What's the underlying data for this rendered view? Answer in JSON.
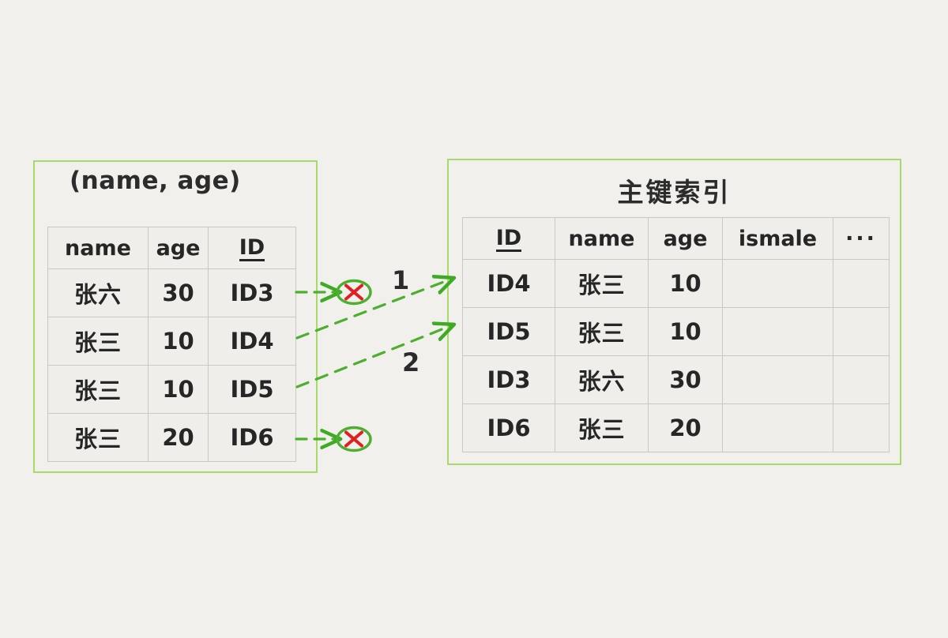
{
  "diagram": {
    "title_hidden": "",
    "background_color": "#f1f0ec",
    "accent_green": "#4caf2f",
    "panel_border_green": "#a7d96b",
    "reject_red": "#e02020",
    "ink_color": "#262626"
  },
  "left_panel": {
    "title": "(name, age)",
    "table": {
      "headers": [
        "name",
        "age",
        "ID"
      ],
      "underlined_headers": [
        "ID"
      ],
      "rows": [
        [
          "张六",
          "30",
          "ID3"
        ],
        [
          "张三",
          "10",
          "ID4"
        ],
        [
          "张三",
          "10",
          "ID5"
        ],
        [
          "张三",
          "20",
          "ID6"
        ]
      ]
    }
  },
  "right_panel": {
    "title": "主键索引",
    "table": {
      "headers": [
        "ID",
        "name",
        "age",
        "ismale",
        "···"
      ],
      "underlined_headers": [
        "ID"
      ],
      "rows": [
        [
          "ID4",
          "张三",
          "10",
          "",
          ""
        ],
        [
          "ID5",
          "张三",
          "10",
          "",
          ""
        ],
        [
          "ID3",
          "张六",
          "30",
          "",
          ""
        ],
        [
          "ID6",
          "张三",
          "20",
          "",
          ""
        ]
      ]
    }
  },
  "connectors": {
    "step_labels": [
      "1",
      "2"
    ],
    "rejected_rows": [
      "ID3",
      "ID6"
    ],
    "accepted_rows": [
      "ID4",
      "ID5"
    ],
    "reject_marker": "circle-x-icon",
    "line_style": "dashed",
    "line_color": "#4caf2f"
  }
}
